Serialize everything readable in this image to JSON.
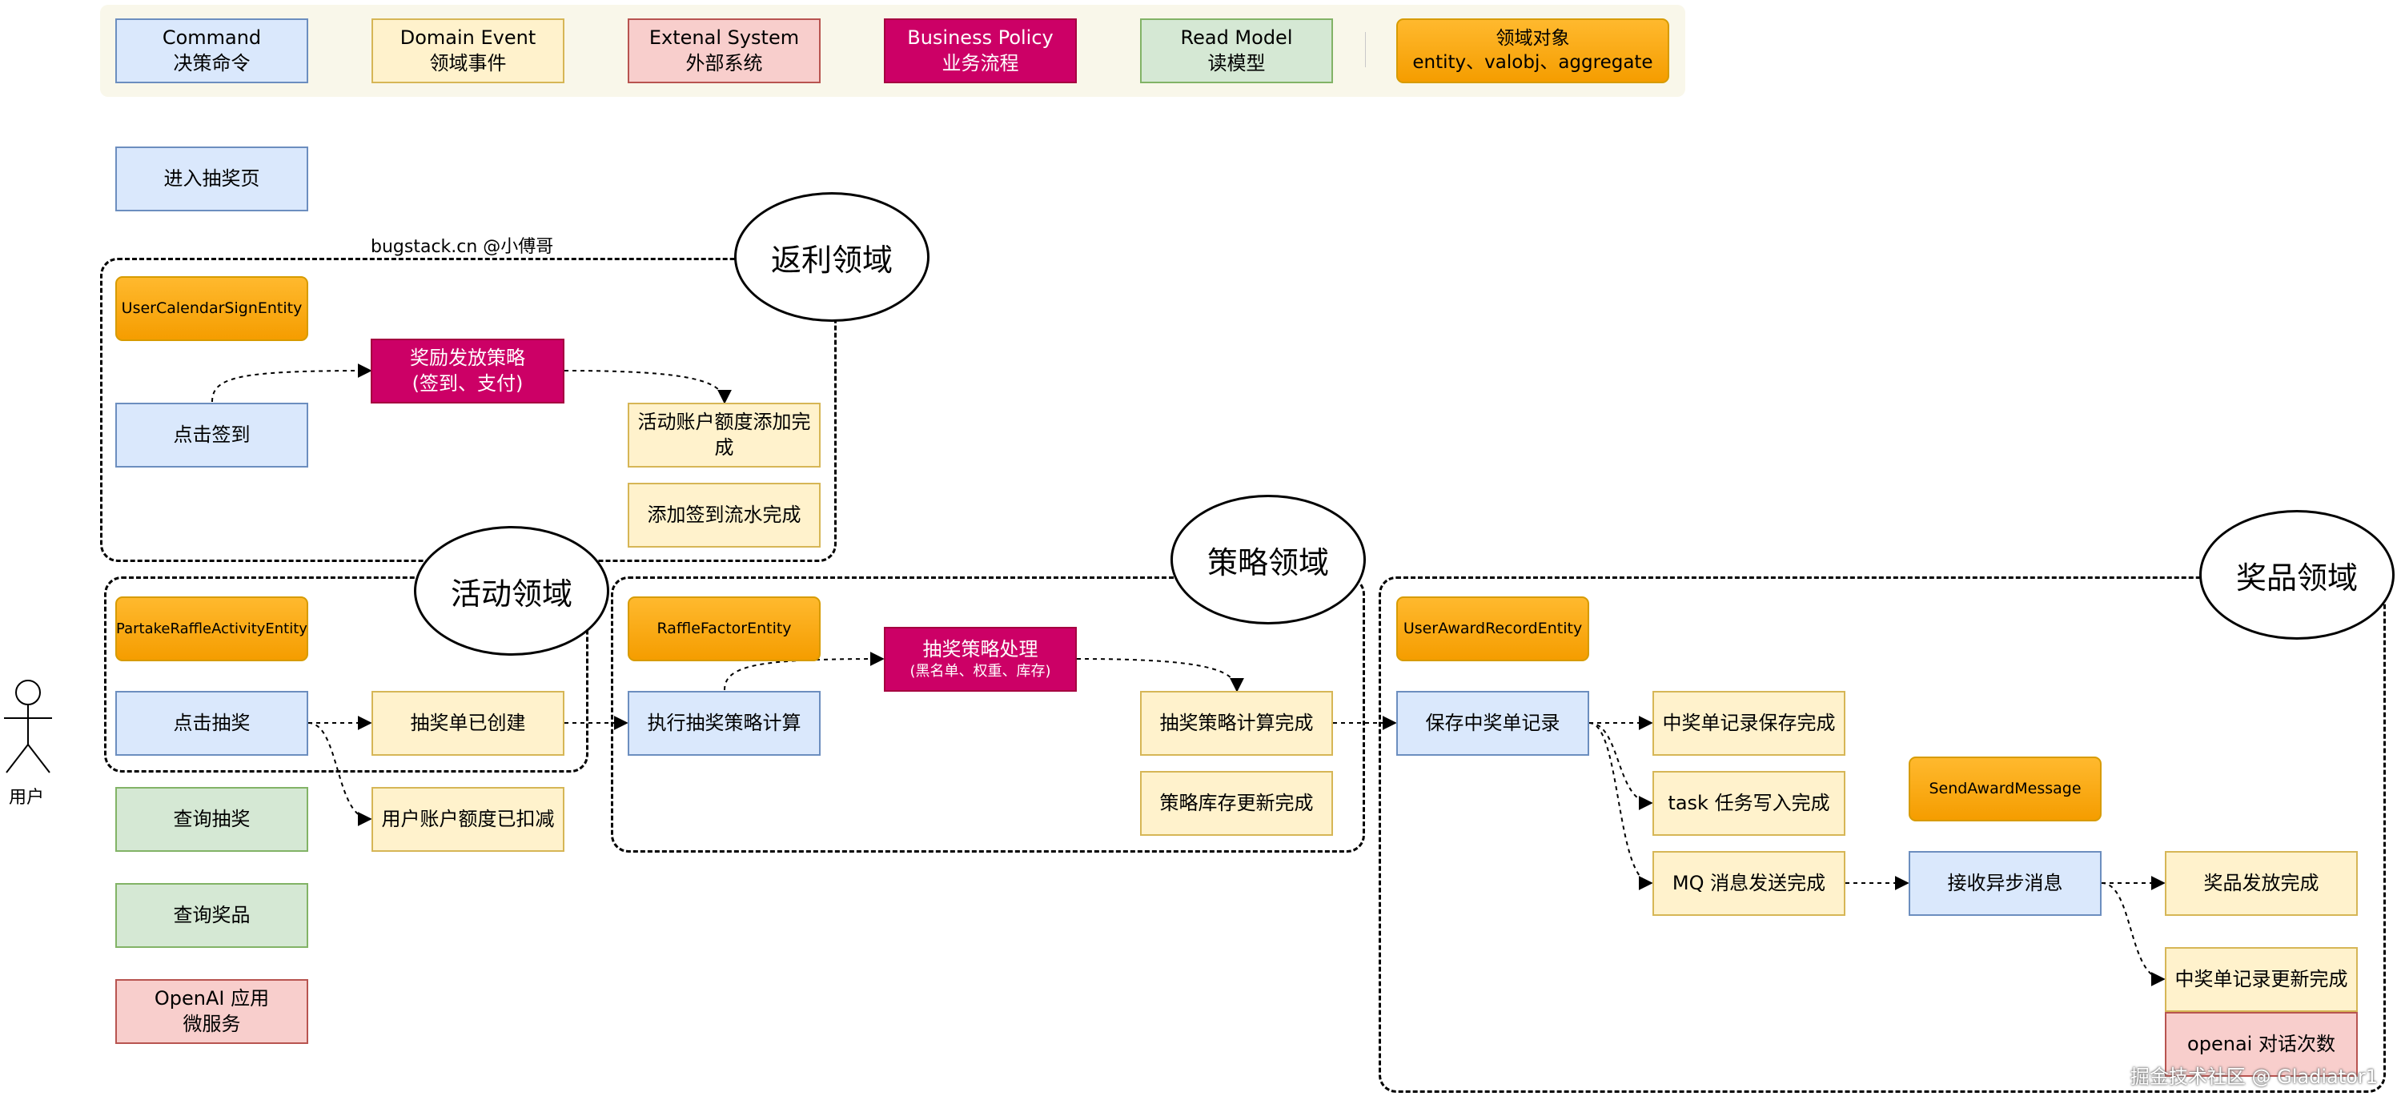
{
  "legend": {
    "command": {
      "line1": "Command",
      "line2": "决策命令"
    },
    "event": {
      "line1": "Domain Event",
      "line2": "领域事件"
    },
    "external": {
      "line1": "Extenal System",
      "line2": "外部系统"
    },
    "policy": {
      "line1": "Business Policy",
      "line2": "业务流程"
    },
    "read": {
      "line1": "Read Model",
      "line2": "读模型"
    },
    "entity": {
      "line1": "领域对象",
      "line2": "entity、valobj、aggregate"
    }
  },
  "nodes": {
    "enter_lottery_page": "进入抽奖页",
    "credit": "bugstack.cn @小傅哥",
    "user_calendar_sign_entity": "UserCalendarSignEntity",
    "click_sign": "点击签到",
    "reward_policy": {
      "line1": "奖励发放策略",
      "line2": "(签到、支付)"
    },
    "account_quota_added": "活动账户额度添加完成",
    "sign_flow_added": "添加签到流水完成",
    "partake_entity": "PartakeRaffleActivityEntity",
    "click_raffle": "点击抽奖",
    "raffle_order_created": "抽奖单已创建",
    "quota_deducted": "用户账户额度已扣减",
    "query_raffle": "查询抽奖",
    "query_award": "查询奖品",
    "openai_service": {
      "line1": "OpenAI 应用",
      "line2": "微服务"
    },
    "raffle_factor_entity": "RaffleFactorEntity",
    "run_strategy": "执行抽奖策略计算",
    "strategy_process": {
      "line1": "抽奖策略处理",
      "line2": "(黑名单、权重、库存)"
    },
    "strategy_done": "抽奖策略计算完成",
    "stock_updated": "策略库存更新完成",
    "user_award_record_entity": "UserAwardRecordEntity",
    "save_award_record": "保存中奖单记录",
    "award_record_saved": "中奖单记录保存完成",
    "task_written": "task 任务写入完成",
    "mq_sent": "MQ 消息发送完成",
    "send_award_message": "SendAwardMessage",
    "receive_async": "接收异步消息",
    "award_issued": "奖品发放完成",
    "award_record_updated": "中奖单记录更新完成",
    "openai_chat_count": "openai 对话次数",
    "user": "用户"
  },
  "domains": {
    "rebate": "返利领域",
    "activity": "活动领域",
    "strategy": "策略领域",
    "award": "奖品领域"
  },
  "watermark": "掘金技术社区 @ Gladiator1"
}
